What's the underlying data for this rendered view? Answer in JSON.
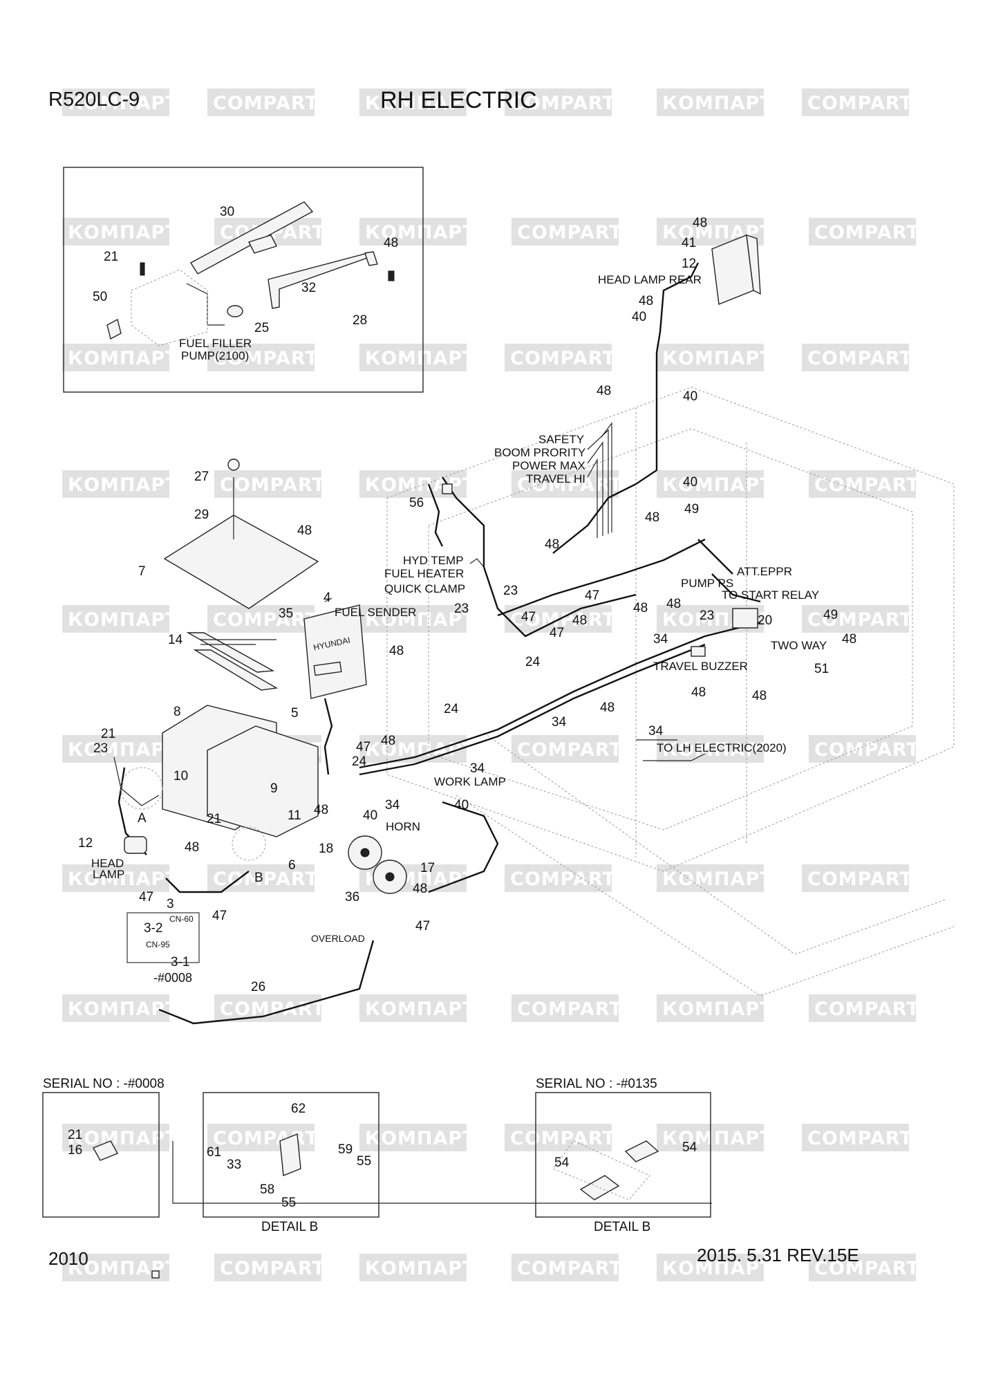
{
  "model": "R520LC-9",
  "title": "RH ELECTRIC",
  "page_number": "2010",
  "revision": "2015. 5.31  REV.15E",
  "watermarks": {
    "a": "КОМПАРТ",
    "b": "COMPART"
  },
  "inset_top": {
    "fuel_filler": "FUEL FILLER",
    "pump": "PUMP(2100)",
    "n30": "30",
    "n21": "21",
    "n48": "48",
    "n50": "50",
    "n32": "32",
    "n25": "25",
    "n28": "28"
  },
  "labels": {
    "head_lamp_rear": "HEAD LAMP REAR",
    "safety": "SAFETY",
    "boom_priority": "BOOM PRORITY",
    "power_max": "POWER MAX",
    "travel_hi": "TRAVEL HI",
    "hyd_temp": "HYD TEMP",
    "fuel_heater": "FUEL HEATER",
    "quick_clamp": "QUICK CLAMP",
    "fuel_sender": "FUEL SENDER",
    "att_eppr": "ATT.EPPR",
    "pump_ps": "PUMP PS",
    "to_start_relay": "TO START RELAY",
    "two_way": "TWO WAY",
    "travel_buzzer": "TRAVEL BUZZER",
    "to_lh_electric": "TO LH ELECTRIC(2020)",
    "work_lamp": "WORK LAMP",
    "horn": "HORN",
    "overload": "OVERLOAD",
    "head": "HEAD",
    "lamp": "LAMP",
    "a": "A",
    "b": "B",
    "cn60": "CN-60",
    "cn95": "CN-95",
    "serial_0008_short": "-#0008",
    "hyundai": "HYUNDAI"
  },
  "callouts": {
    "n48a": "48",
    "n41": "41",
    "n12a": "12",
    "n48b": "48",
    "n40a": "40",
    "n48c": "48",
    "n40b": "40",
    "n40c": "40",
    "n49a": "49",
    "n48d": "48",
    "n56": "56",
    "n48e": "48",
    "n23a": "23",
    "n23b": "23",
    "n47a": "47",
    "n47b": "47",
    "n47c": "47",
    "n48f": "48",
    "n48g": "48",
    "n48h": "48",
    "n23c": "23",
    "n20": "20",
    "n49b": "49",
    "n48i": "48",
    "n51": "51",
    "n34a": "34",
    "n24a": "24",
    "n48j": "48",
    "n48k": "48",
    "n48l": "48",
    "n34b": "34",
    "n24b": "24",
    "n34c": "34",
    "n27": "27",
    "n29": "29",
    "n48m": "48",
    "n7": "7",
    "n4": "4",
    "n35": "35",
    "n14": "14",
    "n48n": "48",
    "n8": "8",
    "n5": "5",
    "n21a": "21",
    "n23d": "23",
    "n10": "10",
    "n9": "9",
    "n47d": "47",
    "n48o": "48",
    "n24c": "24",
    "n34d": "34",
    "n34e": "34",
    "n40d": "40",
    "n40e": "40",
    "n21b": "21",
    "n11": "11",
    "n48p": "48",
    "n12b": "12",
    "n48q": "48",
    "n6": "6",
    "n18": "18",
    "n17": "17",
    "n48r": "48",
    "n36": "36",
    "n47e": "47",
    "n47f": "47",
    "n3": "3",
    "n47g": "47",
    "n32": "3-2",
    "n31": "3-1",
    "n26": "26"
  },
  "serial_box_left": {
    "heading": "SERIAL NO : -#0008",
    "n21": "21",
    "n16": "16"
  },
  "detail_b_left": {
    "caption": "DETAIL B",
    "n62": "62",
    "n61": "61",
    "n33": "33",
    "n59": "59",
    "n55a": "55",
    "n58": "58",
    "n55b": "55"
  },
  "detail_b_right": {
    "heading": "SERIAL NO : -#0135",
    "caption": "DETAIL B",
    "n54a": "54",
    "n54b": "54"
  }
}
